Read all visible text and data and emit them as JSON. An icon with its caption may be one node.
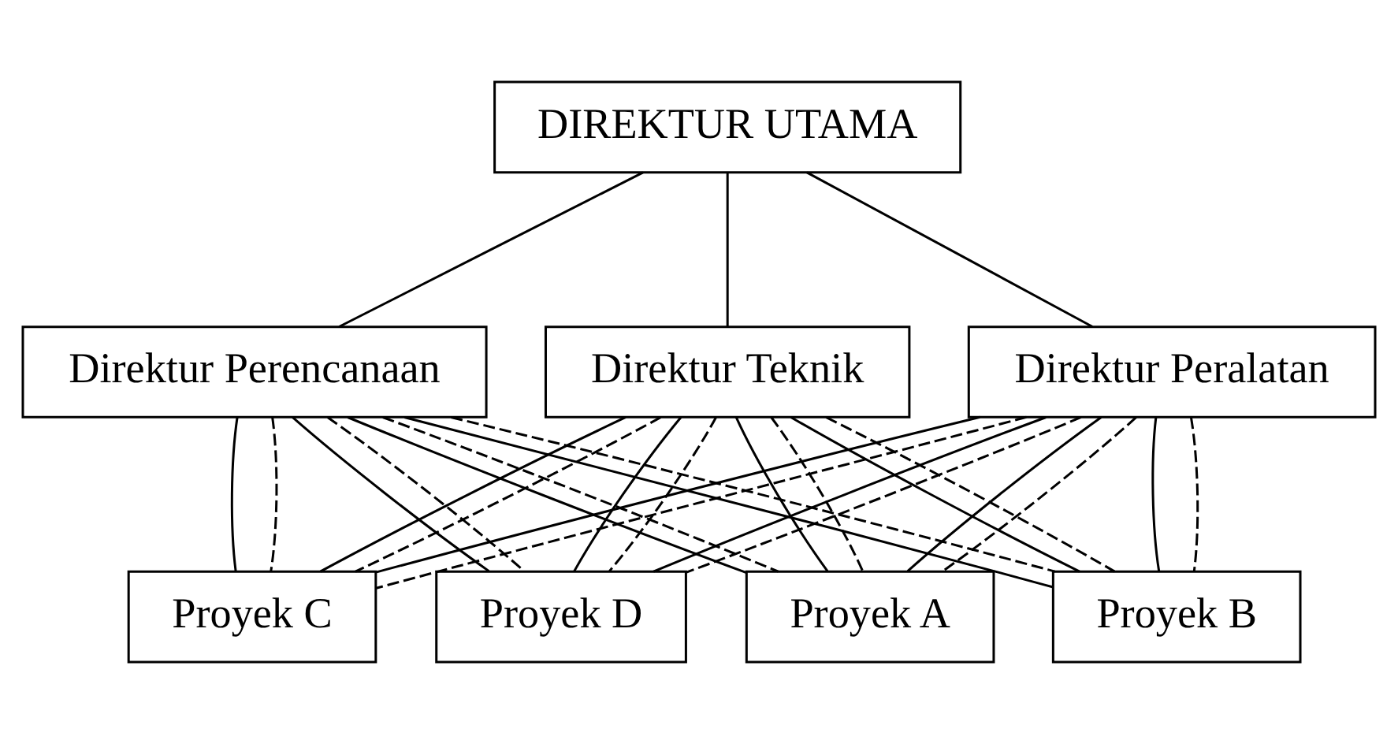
{
  "diagram": {
    "nodes": [
      {
        "text": [
          "DIREKTUR UTAMA"
        ]
      },
      {
        "text": [
          "Direktur Perencanaan"
        ]
      },
      {
        "text": [
          "Direktur Teknik"
        ]
      },
      {
        "text": [
          "Direktur Peralatan"
        ]
      },
      {
        "text": [
          "Proyek A"
        ]
      },
      {
        "text": [
          "Proyek B"
        ]
      },
      {
        "text": [
          "Proyek C"
        ]
      },
      {
        "text": [
          "Proyek D"
        ]
      }
    ],
    "edges": [
      {
        "from": 0,
        "to": 1,
        "arrow": "none"
      },
      {
        "from": 0,
        "to": 2,
        "arrow": "none"
      },
      {
        "from": 0,
        "to": 3,
        "arrow": "none"
      },
      {
        "from": 1,
        "to": 4,
        "arrow": "none"
      },
      {
        "from": 1,
        "to": 4,
        "arrow": "none",
        "style": "dashed"
      },
      {
        "from": 1,
        "to": 5,
        "arrow": "none"
      },
      {
        "from": 1,
        "to": 5,
        "arrow": "none",
        "style": "dashed"
      },
      {
        "from": 1,
        "to": 6,
        "arrow": "none"
      },
      {
        "from": 1,
        "to": 6,
        "arrow": "none",
        "style": "dashed"
      },
      {
        "from": 1,
        "to": 7,
        "arrow": "none"
      },
      {
        "from": 1,
        "to": 7,
        "arrow": "none",
        "style": "dashed"
      },
      {
        "from": 2,
        "to": 4,
        "arrow": "none"
      },
      {
        "from": 2,
        "to": 4,
        "arrow": "none",
        "style": "dashed"
      },
      {
        "from": 2,
        "to": 5,
        "arrow": "none"
      },
      {
        "from": 2,
        "to": 5,
        "arrow": "none",
        "style": "dashed"
      },
      {
        "from": 2,
        "to": 6,
        "arrow": "none"
      },
      {
        "from": 2,
        "to": 6,
        "arrow": "none",
        "style": "dashed"
      },
      {
        "from": 2,
        "to": 7,
        "arrow": "none"
      },
      {
        "from": 2,
        "to": 7,
        "arrow": "none",
        "style": "dashed"
      },
      {
        "from": 3,
        "to": 4,
        "arrow": "none"
      },
      {
        "from": 3,
        "to": 4,
        "arrow": "none",
        "style": "dashed"
      },
      {
        "from": 3,
        "to": 5,
        "arrow": "none"
      },
      {
        "from": 3,
        "to": 5,
        "arrow": "none",
        "style": "dashed"
      },
      {
        "from": 3,
        "to": 6,
        "arrow": "none"
      },
      {
        "from": 3,
        "to": 6,
        "arrow": "none",
        "style": "dashed"
      },
      {
        "from": 3,
        "to": 7,
        "arrow": "none"
      },
      {
        "from": 3,
        "to": 7,
        "arrow": "none",
        "style": "dashed"
      }
    ]
  }
}
